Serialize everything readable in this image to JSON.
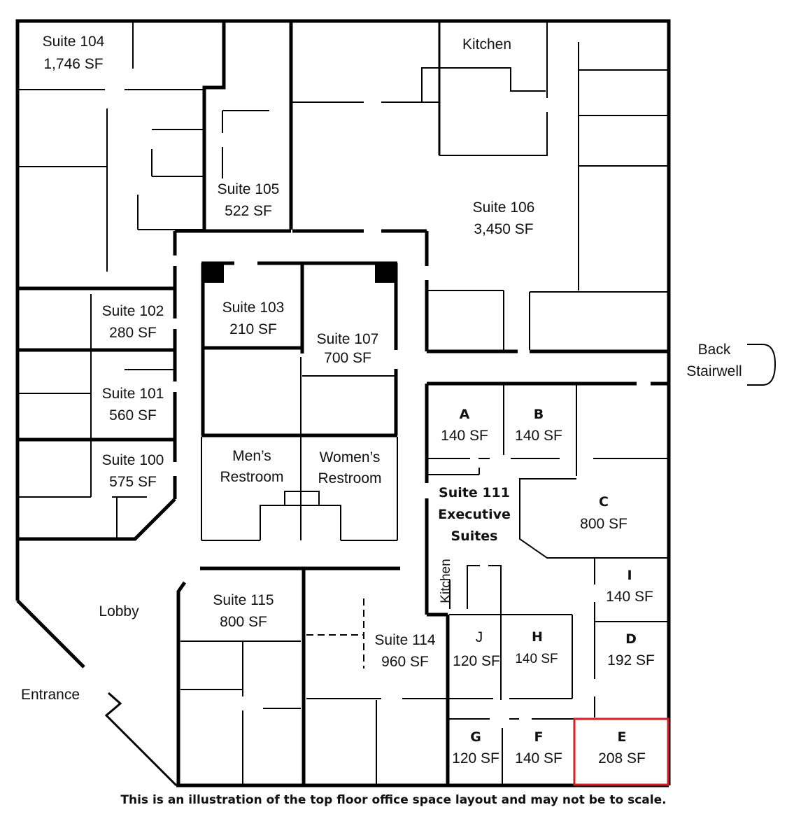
{
  "rooms": {
    "suite_104": {
      "name": "Suite 104",
      "area": "1,746 SF"
    },
    "suite_105": {
      "name": "Suite 105",
      "area": "522 SF"
    },
    "suite_106": {
      "name": "Suite 106",
      "area": "3,450 SF"
    },
    "kitchen_106": {
      "name": "Kitchen"
    },
    "suite_102": {
      "name": "Suite 102",
      "area": "280 SF"
    },
    "suite_103": {
      "name": "Suite 103",
      "area": "210 SF"
    },
    "suite_107": {
      "name": "Suite 107",
      "area": "700 SF"
    },
    "suite_101": {
      "name": "Suite 101",
      "area": "560 SF"
    },
    "suite_100": {
      "name": "Suite 100",
      "area": "575 SF"
    },
    "mens": {
      "line1": "Men’s",
      "line2": "Restroom"
    },
    "womens": {
      "line1": "Women’s",
      "line2": "Restroom"
    },
    "suite_111": {
      "line1": "Suite 111",
      "line2": "Executive",
      "line3": "Suites"
    },
    "office_a": {
      "letter": "A",
      "area": "140 SF"
    },
    "office_b": {
      "letter": "B",
      "area": "140 SF"
    },
    "office_c": {
      "letter": "C",
      "area": "800 SF"
    },
    "office_i": {
      "letter": "I",
      "area": "140 SF"
    },
    "office_d": {
      "letter": "D",
      "area": "192 SF"
    },
    "office_j": {
      "letter": "J",
      "area": "120 SF"
    },
    "office_h": {
      "letter": "H",
      "area": "140 SF"
    },
    "office_g": {
      "letter": "G",
      "area": "120 SF"
    },
    "office_f": {
      "letter": "F",
      "area": "140 SF"
    },
    "office_e": {
      "letter": "E",
      "area": "208 SF"
    },
    "kitchen_111": {
      "name": "Kitchen"
    },
    "suite_115": {
      "name": "Suite 115",
      "area": "800 SF"
    },
    "suite_114": {
      "name": "Suite 114",
      "area": "960 SF"
    },
    "lobby": {
      "name": "Lobby"
    },
    "entrance": {
      "name": "Entrance"
    },
    "back_stairwell": {
      "line1": "Back",
      "line2": "Stairwell"
    }
  },
  "highlight_color": "#d21f2b",
  "footnote": "This is an illustration of the top floor office space layout and may not be to scale."
}
